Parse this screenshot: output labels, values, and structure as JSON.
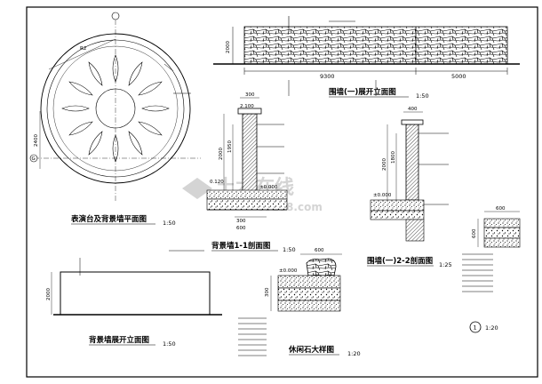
{
  "sheet": {
    "frame_color": "#000000",
    "watermark_color": "#d4d4d4"
  },
  "drawings": {
    "wall_elevation": {
      "title": "围墙(一)展开立面图",
      "scale": "1:50",
      "height_dim": "2000",
      "width_dim_left": "9300",
      "width_dim_right": "5000"
    },
    "stage_plan": {
      "title": "表演台及背景墙平面图",
      "scale": "1:50",
      "dim_radius": "R2",
      "dim_side": "2400",
      "axis_mark": "G"
    },
    "bg_wall_section": {
      "title": "背景墙1-1剖面图",
      "scale": "1:50",
      "dim_top": "300",
      "dim_height": "2000",
      "dim_inner": "1950",
      "elev_top": "2.100",
      "elev_base": "±0.000",
      "elev_left": "0.120",
      "dim_base_a": "300",
      "dim_base_b": "600"
    },
    "wall_section": {
      "title": "围墙(一)2-2剖面图",
      "scale": "1:25",
      "dim_top": "400",
      "dim_height": "2000",
      "dim_inner": "1800",
      "elev_base": "±0.000"
    },
    "bg_wall_elevation": {
      "title": "背景墙展开立面图",
      "scale": "1:50",
      "dim_height": "2000"
    },
    "stone_detail": {
      "title": "休闲石大样图",
      "scale": "1:20",
      "dim_width": "600",
      "elev": "±0.000",
      "dim_height": "300"
    },
    "detail_1": {
      "marker": "1",
      "scale": "1:20",
      "dim_width": "600",
      "dim_height": "600"
    }
  },
  "watermark": {
    "text": "土木在线",
    "url": "co188.com"
  }
}
